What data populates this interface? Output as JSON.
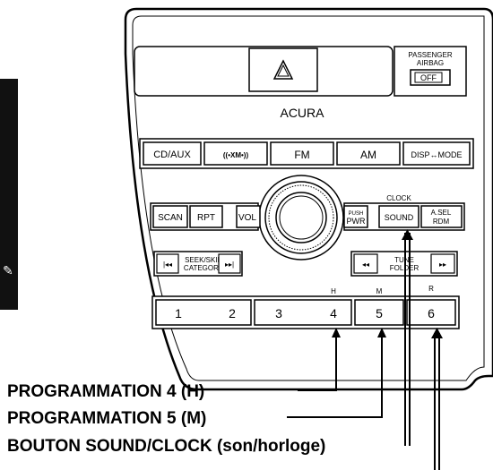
{
  "panel": {
    "brand": "ACURA",
    "airbag_label_line1": "PASSENGER",
    "airbag_label_line2": "AIRBAG",
    "airbag_status": "OFF",
    "clock_label": "CLOCK",
    "buttons": {
      "cdaux": "CD/AUX",
      "xm": "((•XM•))",
      "fm": "FM",
      "am": "AM",
      "disp": "DISP↔MODE",
      "scan": "SCAN",
      "rpt": "RPT",
      "vol": "VOL",
      "push": "PUSH",
      "pwr": "PWR",
      "sound": "SOUND",
      "asel": "A.SEL",
      "rdm": "RDM",
      "seekskip": "SEEK/SKIP",
      "category": "CATEGORY",
      "tune": "TUNE",
      "folder": "FOLDER"
    },
    "presets": [
      "1",
      "2",
      "3",
      "4",
      "5",
      "6"
    ],
    "preset_hints": {
      "h": "H",
      "m": "M",
      "r": "R"
    }
  },
  "callouts": {
    "preset4": "PROGRAMMATION 4 (H)",
    "preset5": "PROGRAMMATION 5 (M)",
    "sound": "BOUTON SOUND/CLOCK (son/horloge)"
  }
}
